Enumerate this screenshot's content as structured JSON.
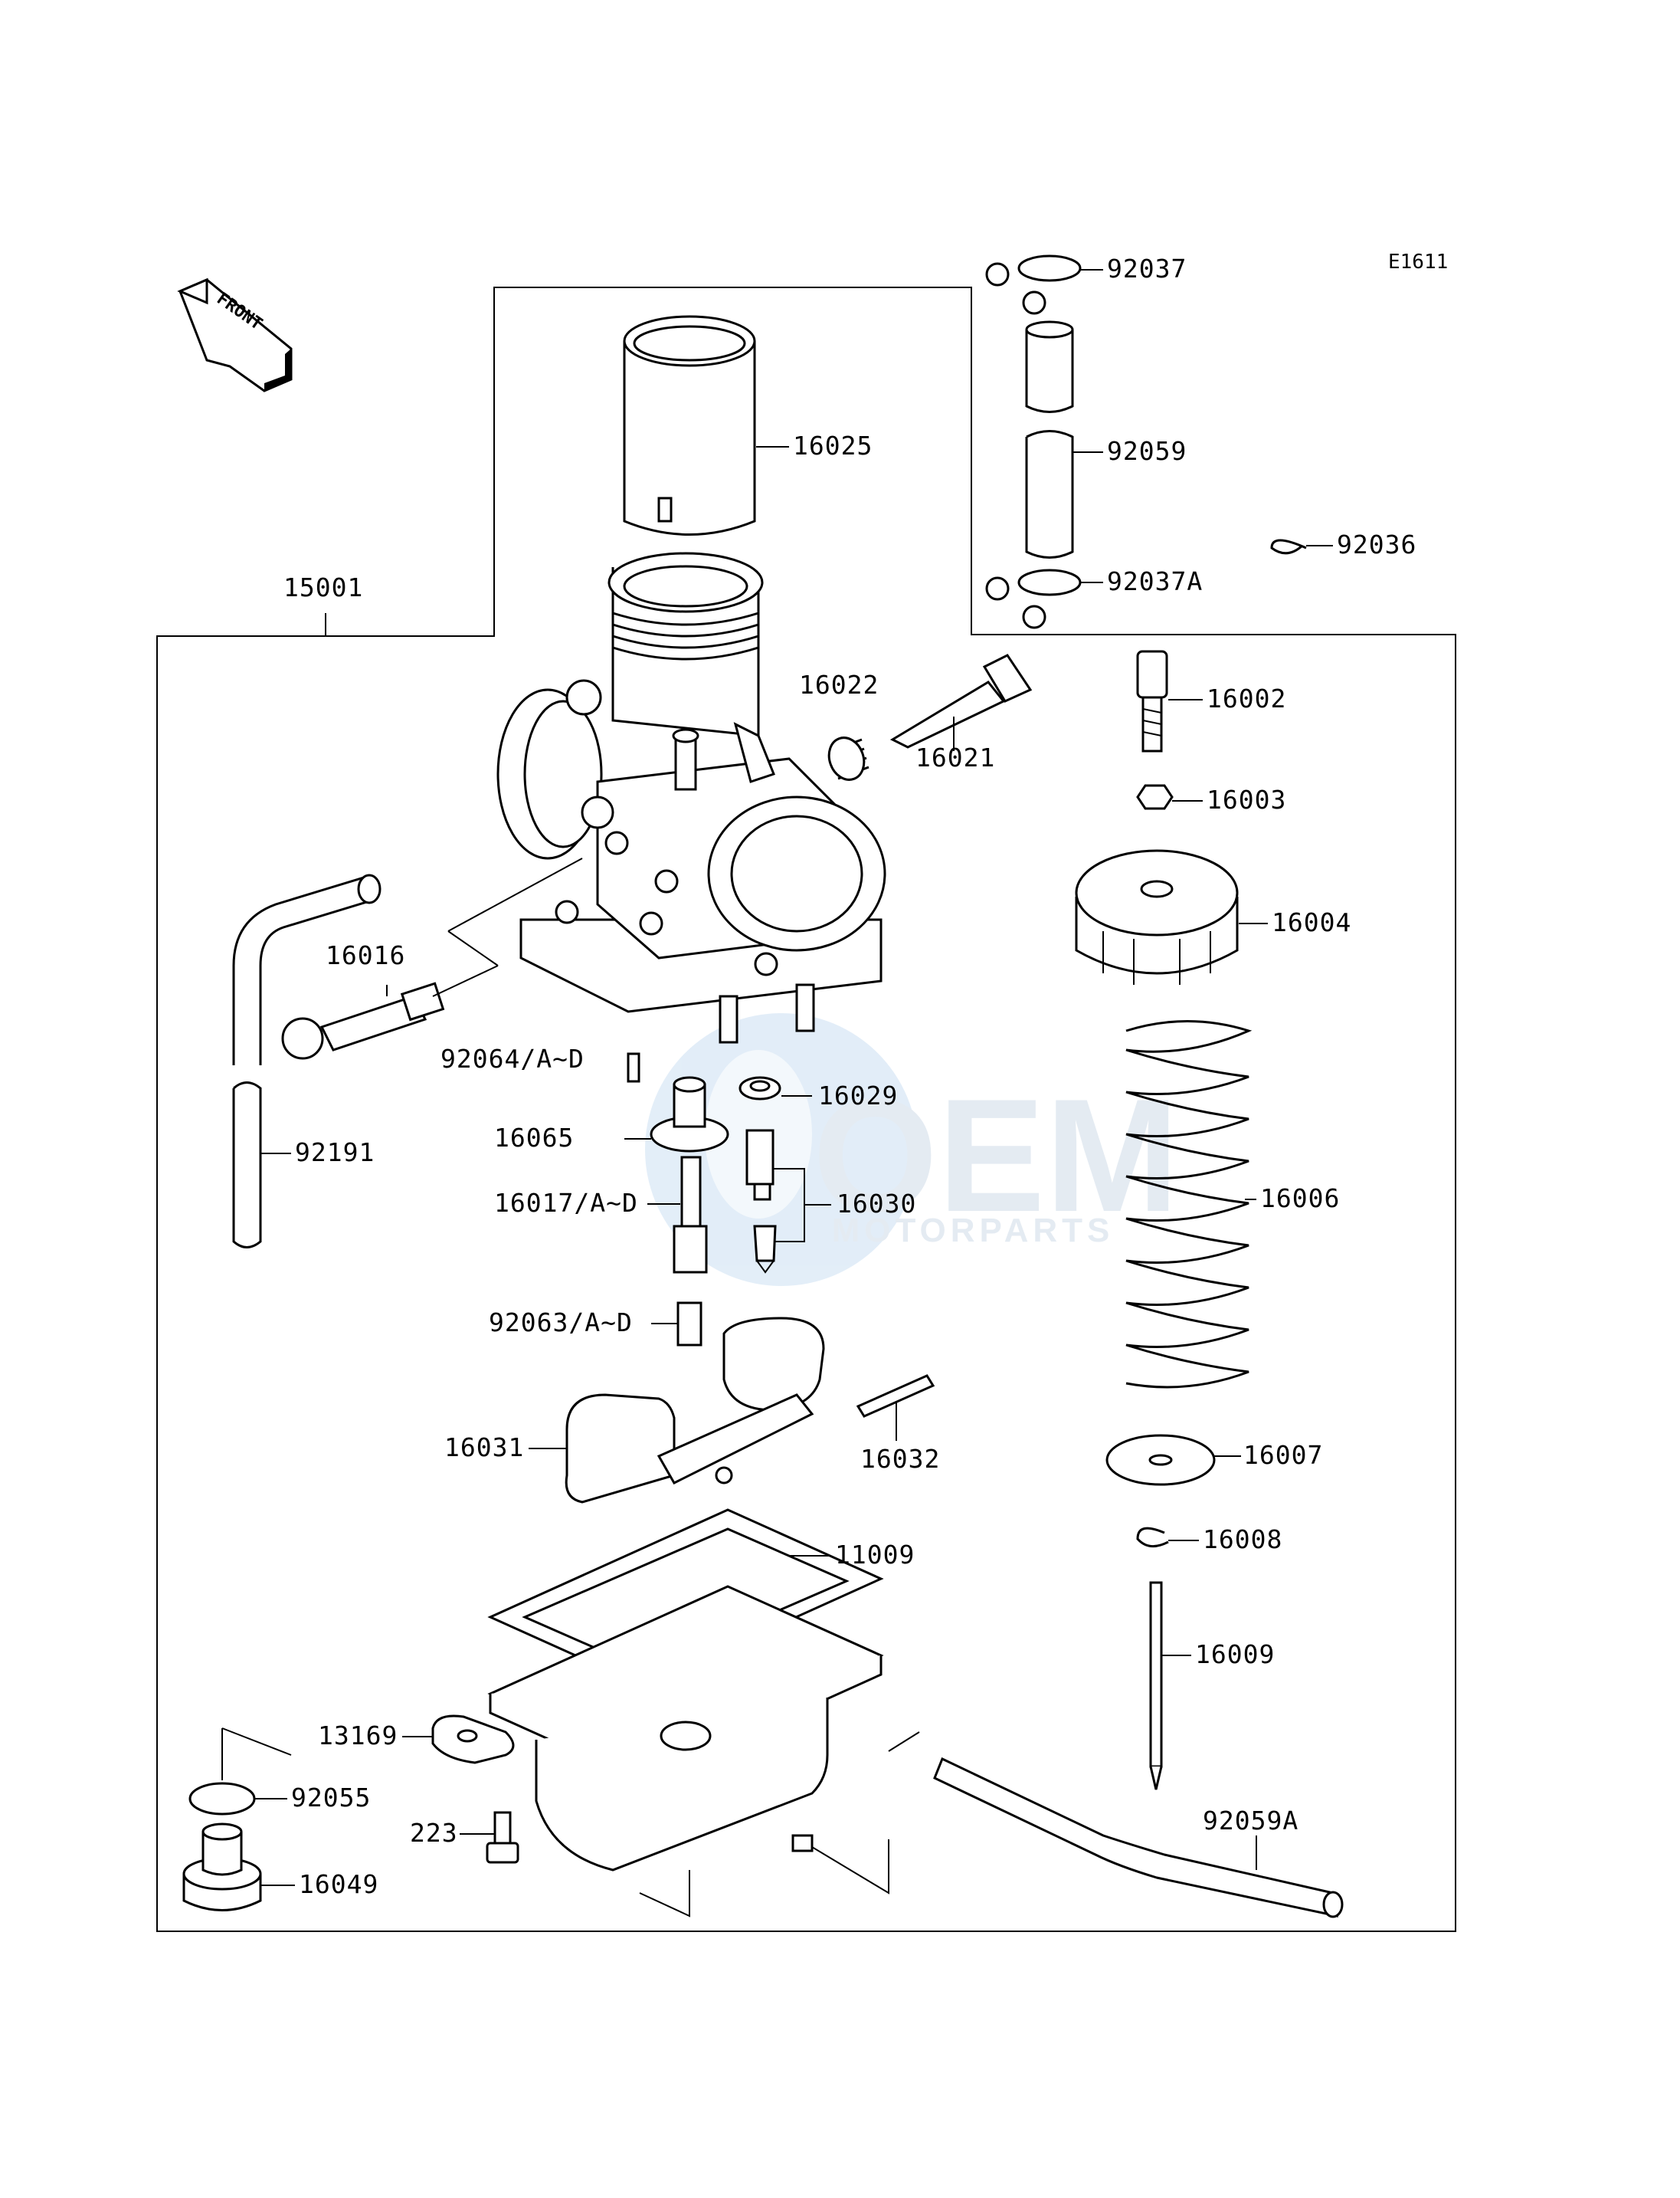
{
  "diagram_code": "E1611",
  "front_label": "FRONT",
  "watermark": {
    "brand": "OEM",
    "sub": "MOTORPARTS"
  },
  "assembly_label": "15001",
  "parts": {
    "p92037": "92037",
    "p92059": "92059",
    "p92036": "92036",
    "p92037A": "92037A",
    "p16025": "16025",
    "p16022": "16022",
    "p16021": "16021",
    "p16002": "16002",
    "p16003": "16003",
    "p16004": "16004",
    "p16016": "16016",
    "p92064": "92064/A~D",
    "p16029": "16029",
    "p16065": "16065",
    "p92191": "92191",
    "p16017": "16017/A~D",
    "p16030": "16030",
    "p16006": "16006",
    "p92063": "92063/A~D",
    "p16031": "16031",
    "p16032": "16032",
    "p16007": "16007",
    "p16008": "16008",
    "p11009": "11009",
    "p16009": "16009",
    "p13169": "13169",
    "p92055": "92055",
    "p223": "223",
    "p92059A": "92059A",
    "p16049": "16049"
  }
}
